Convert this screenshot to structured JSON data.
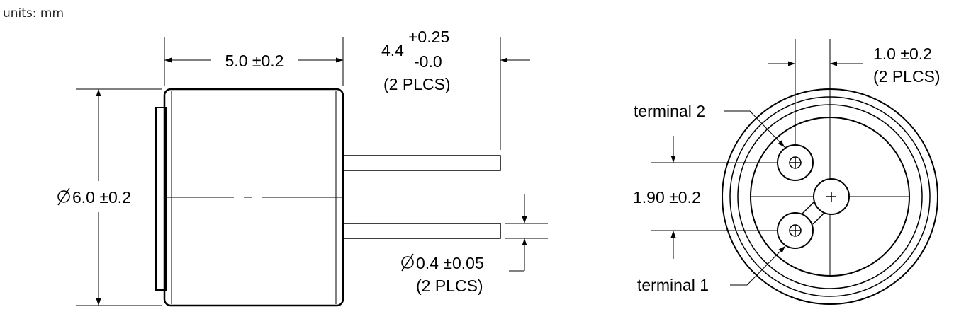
{
  "units_note": "units: mm",
  "side_view": {
    "length_label": "5.0 ±0.2",
    "pin_length": {
      "nominal": "4.4",
      "upper_tol": "+0.25",
      "lower_tol": "-0.0",
      "count": "(2 PLCS)"
    },
    "diameter_label": "6.0 ±0.2",
    "pin_diameter_label": "0.4 ±0.05",
    "pin_diameter_count": "(2 PLCS)"
  },
  "end_view": {
    "offset_label": "1.0 ±0.2",
    "offset_count": "(2 PLCS)",
    "spacing_label": "1.90 ±0.2",
    "terminal_top": "terminal 2",
    "terminal_bottom": "terminal 1"
  }
}
